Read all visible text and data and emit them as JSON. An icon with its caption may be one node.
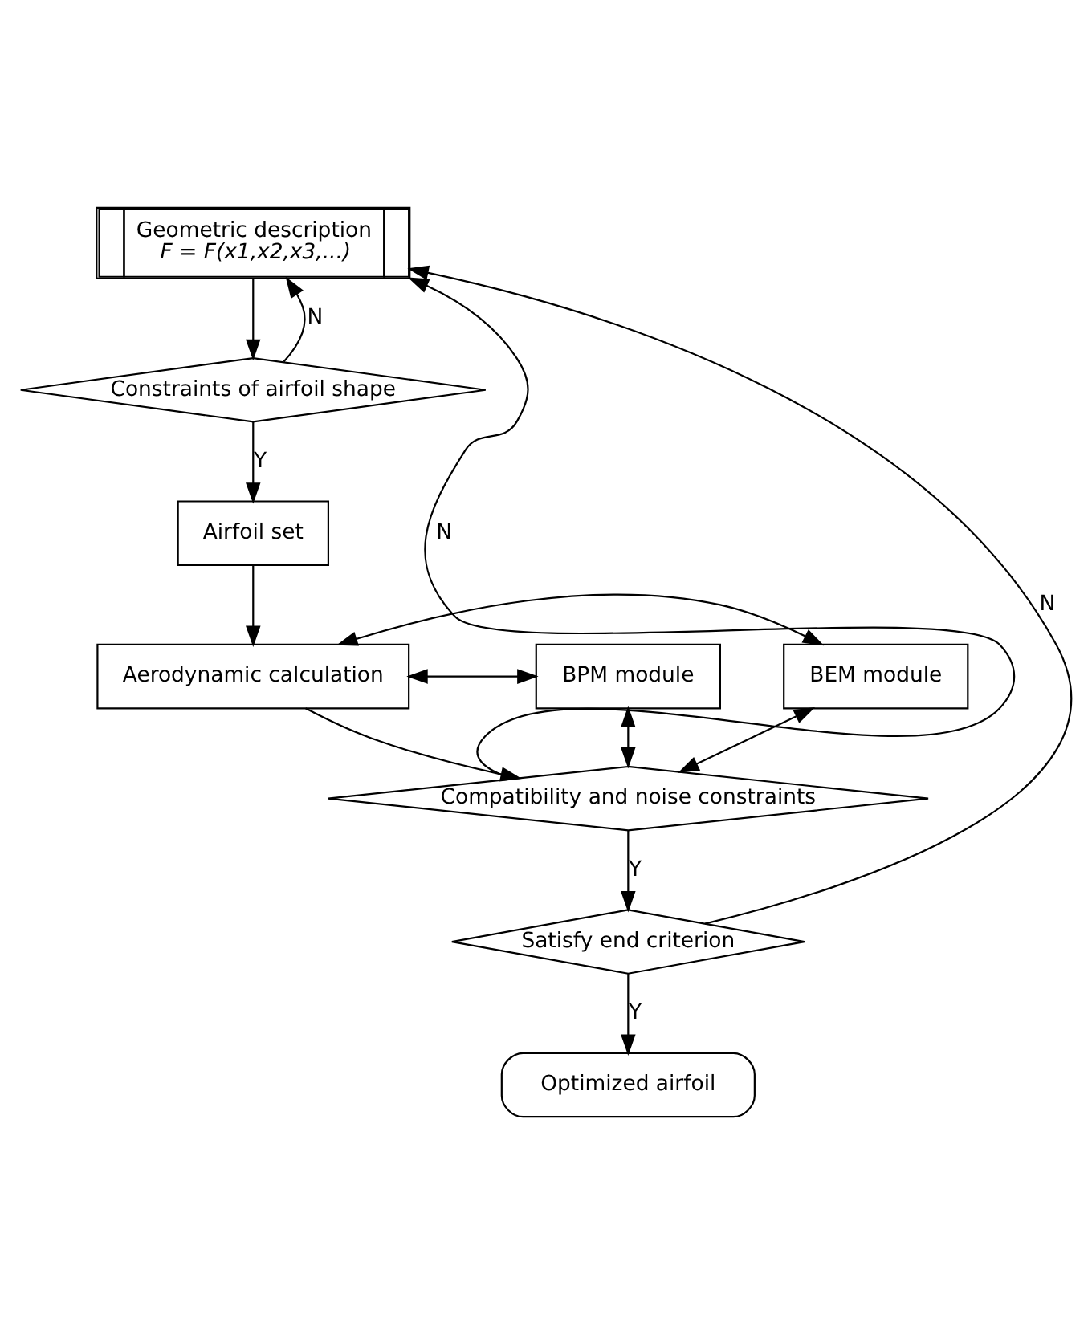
{
  "diagram": {
    "nodes": [
      {
        "text": [
          "Geometric description",
          "F = F(x1,x2,x3,...)"
        ]
      },
      {
        "text": [
          "Constraints of airfoil shape"
        ]
      },
      {
        "text": [
          "Airfoil set"
        ]
      },
      {
        "text": [
          "Aerodynamic calculation"
        ]
      },
      {
        "text": [
          "BEM module"
        ]
      },
      {
        "text": [
          "BPM module"
        ]
      },
      {
        "text": [
          "Compatibility and noise constraints"
        ]
      },
      {
        "text": [
          "Satisfy end criterion"
        ]
      },
      {
        "text": [
          "Optimized airfoil"
        ]
      }
    ],
    "edges": [
      {
        "from": 0,
        "to": 1,
        "arrow": "to"
      },
      {
        "from": 1,
        "to": 0,
        "label": "N",
        "arrow": "to"
      },
      {
        "from": 1,
        "to": 2,
        "label": "Y",
        "arrow": "to"
      },
      {
        "from": 2,
        "to": 3,
        "arrow": "to"
      },
      {
        "from": 3,
        "to": 4,
        "arrow": "both"
      },
      {
        "from": 3,
        "to": 5,
        "arrow": "both"
      },
      {
        "from": 4,
        "to": 6,
        "arrow": "both"
      },
      {
        "from": 5,
        "to": 6,
        "arrow": "both"
      },
      {
        "from": 3,
        "to": 6,
        "arrow": "to"
      },
      {
        "from": 6,
        "to": 0,
        "label": "N",
        "arrow": "to"
      },
      {
        "from": 6,
        "to": 7,
        "label": "Y",
        "arrow": "to"
      },
      {
        "from": 7,
        "to": 8,
        "label": "Y",
        "arrow": "to"
      },
      {
        "from": 7,
        "to": 0,
        "label": "N",
        "arrow": "to"
      }
    ]
  }
}
